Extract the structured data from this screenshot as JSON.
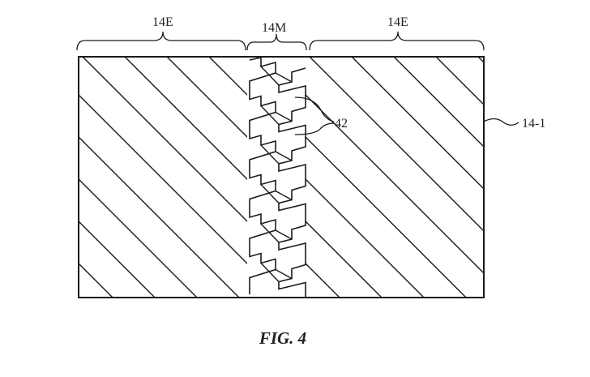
{
  "figure": {
    "caption": "FIG. 4",
    "labels": {
      "left_region": "14E",
      "middle_region": "14M",
      "right_region": "14E",
      "layer": "14-1",
      "features": "42"
    }
  },
  "colors": {
    "line": "#1a1a1a",
    "background": "#ffffff"
  }
}
